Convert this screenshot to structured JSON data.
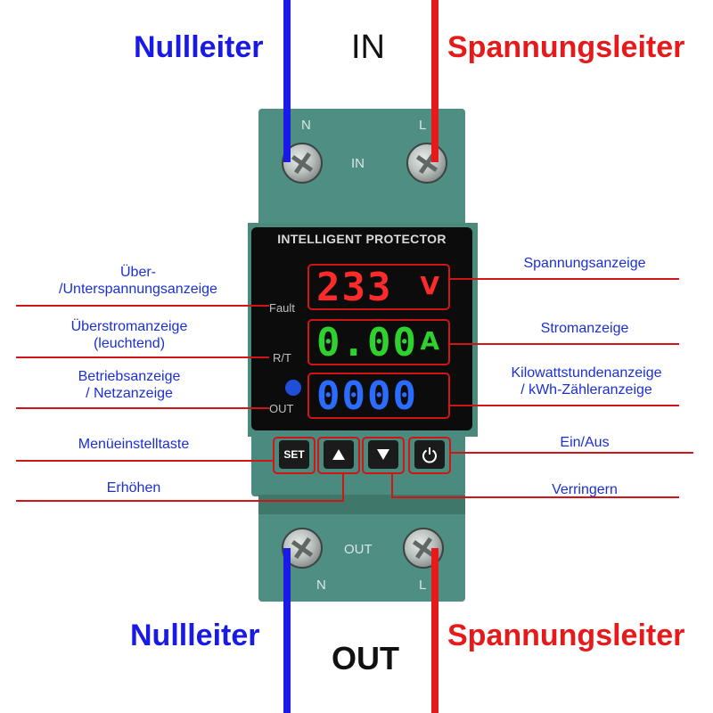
{
  "top": {
    "neutral": "Nullleiter",
    "direction": "IN",
    "phase": "Spannungsleiter"
  },
  "bottom": {
    "neutral": "Nullleiter",
    "direction": "OUT",
    "phase": "Spannungsleiter"
  },
  "device": {
    "terminal_n": "N",
    "terminal_l": "L",
    "in_mark": "IN",
    "out_mark": "OUT",
    "panel_title": "INTELLIGENT PROTECTOR",
    "indicator_fault": "Fault",
    "indicator_rt": "R/T",
    "indicator_out": "OUT",
    "voltage_value": "233",
    "voltage_unit": "V",
    "current_value": "0.00",
    "current_unit": "A",
    "energy_value": "0000",
    "buttons": {
      "set": "SET",
      "up_icon": "triangle-up-icon",
      "down_icon": "triangle-down-icon",
      "power_icon": "power-icon"
    }
  },
  "labels": {
    "over_under_voltage_1": "Über-",
    "over_under_voltage_2": "/Unterspannungsanzeige",
    "overcurrent_1": "Überstromanzeige",
    "overcurrent_2": "(leuchtend)",
    "operation_1": "Betriebsanzeige",
    "operation_2": "/ Netzanzeige",
    "menu_button": "Menüeinstelltaste",
    "increase": "Erhöhen",
    "voltage_display": "Spannungsanzeige",
    "current_display": "Stromanzeige",
    "kwh_1": "Kilowattstundenanzeige",
    "kwh_2": "/ kWh-Zähleranzeige",
    "on_off": "Ein/Aus",
    "decrease": "Verringern"
  },
  "colors": {
    "neutral_wire": "#1a1ae6",
    "phase_wire": "#e61a1a",
    "label_text": "#1a2fd6",
    "callout_line": "#d01515",
    "voltage_digits": "#ff2a2a",
    "current_digits": "#2fd12f",
    "energy_digits": "#2b6bff",
    "housing": "#4a8a7d"
  }
}
